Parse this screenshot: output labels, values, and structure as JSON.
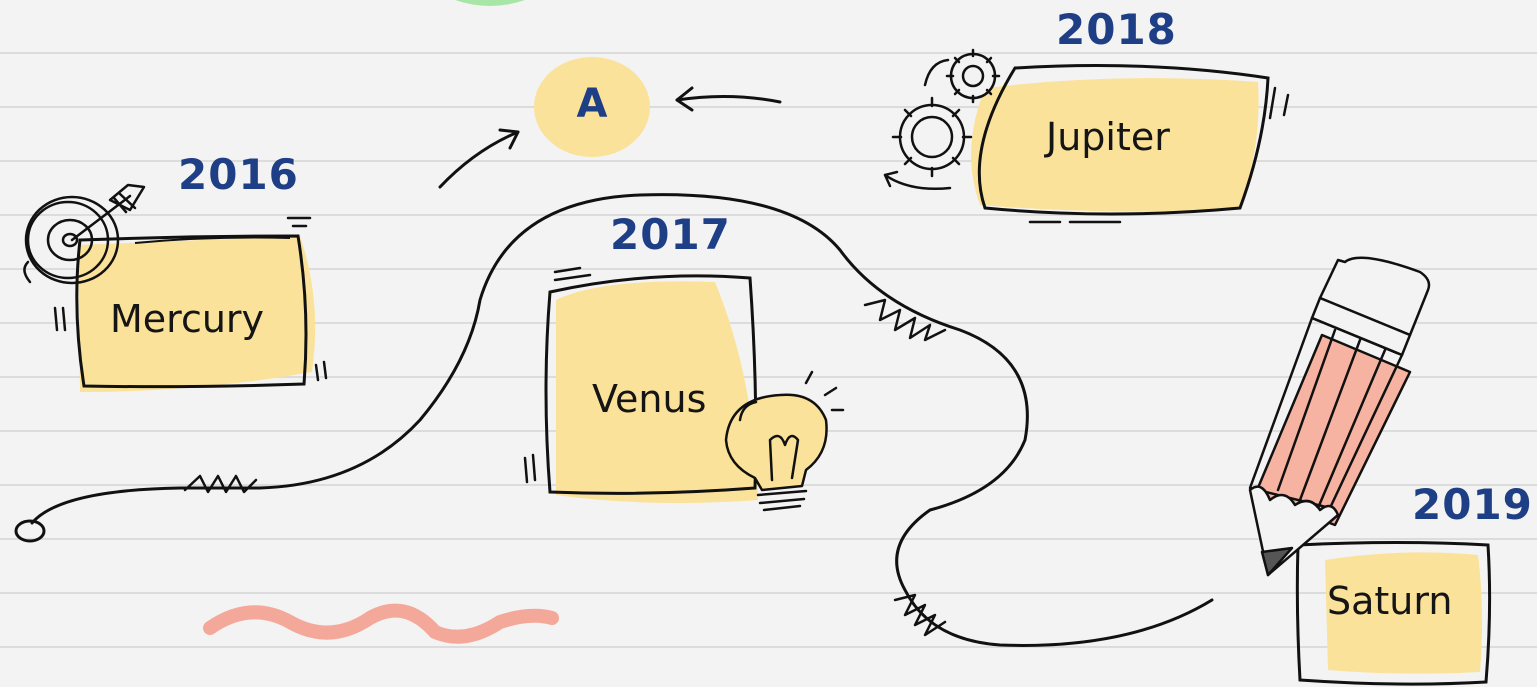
{
  "milestones": [
    {
      "year": "2016",
      "name": "Mercury",
      "icon": "target-icon"
    },
    {
      "year": "2017",
      "name": "Venus",
      "icon": "lightbulb-icon"
    },
    {
      "year": "2018",
      "name": "Jupiter",
      "icon": "gears-icon"
    },
    {
      "year": "2019",
      "name": "Saturn",
      "icon": "pencil-icon"
    }
  ],
  "badge": {
    "letter": "A"
  },
  "colors": {
    "box_fill": "#fbe29a",
    "year_text": "#1e3f86",
    "badge_fill": "#fbe29a",
    "pencil_fill": "#f7b3a1",
    "squiggle": "#f4a89a",
    "paper": "#f3f3f3",
    "rule_line": "#dcdcdc"
  }
}
